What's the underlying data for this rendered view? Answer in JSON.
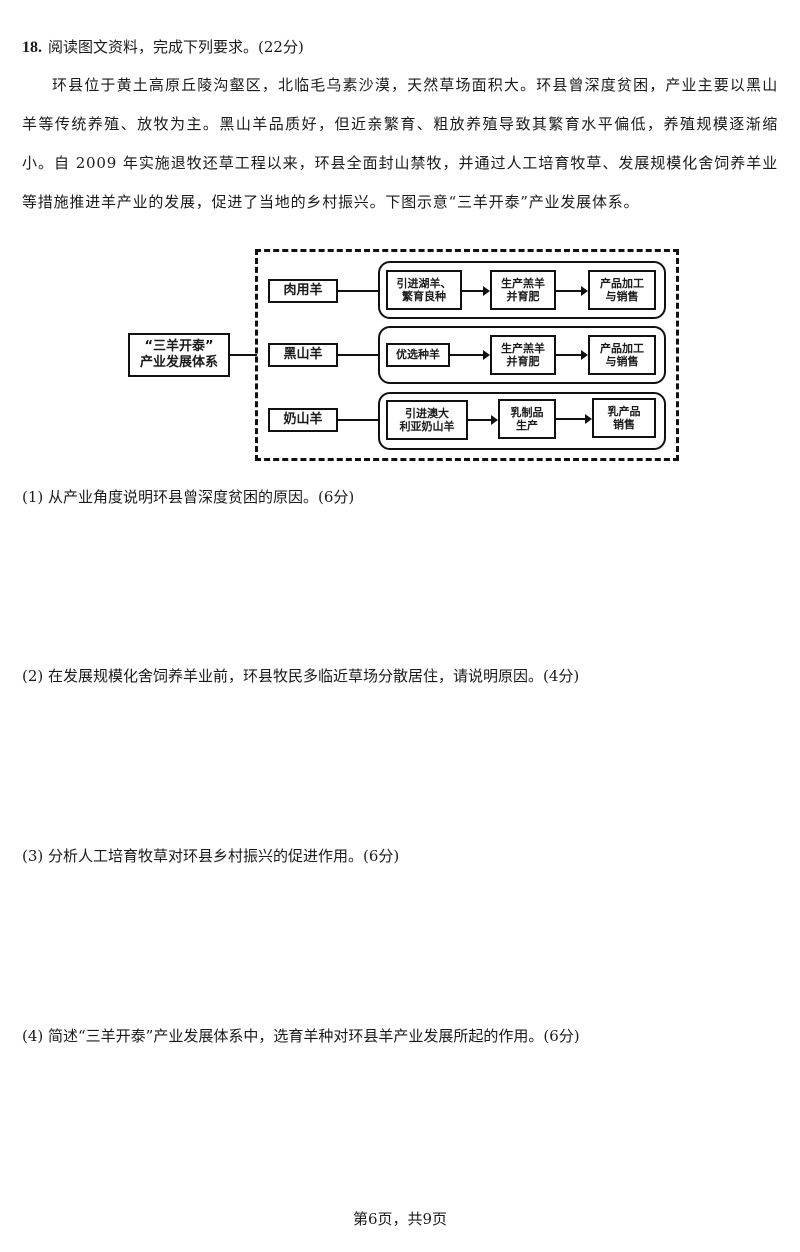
{
  "question": {
    "number": "18.",
    "title": "阅读图文资料，完成下列要求。(22分)",
    "paragraph": "环县位于黄土高原丘陵沟壑区，北临毛乌素沙漠，天然草场面积大。环县曾深度贫困，产业主要以黑山羊等传统养殖、放牧为主。黑山羊品质好，但近亲繁育、粗放养殖导致其繁育水平偏低，养殖规模逐渐缩小。自 2009 年实施退牧还草工程以来，环县全面封山禁牧，并通过人工培育牧草、发展规模化舍饲养羊业等措施推进羊产业的发展，促进了当地的乡村振兴。下图示意“三羊开泰”产业发展体系。"
  },
  "diagram": {
    "root_line1": "“三羊开泰”",
    "root_line2": "产业发展体系",
    "rows": [
      {
        "category": "肉用羊",
        "steps": [
          [
            "引进湖羊、",
            "繁育良种"
          ],
          [
            "生产羔羊",
            "并育肥"
          ],
          [
            "产品加工",
            "与销售"
          ]
        ]
      },
      {
        "category": "黑山羊",
        "steps": [
          [
            "优选种羊"
          ],
          [
            "生产羔羊",
            "并育肥"
          ],
          [
            "产品加工",
            "与销售"
          ]
        ]
      },
      {
        "category": "奶山羊",
        "steps": [
          [
            "引进澳大",
            "利亚奶山羊"
          ],
          [
            "乳制品",
            "生产"
          ],
          [
            "乳产品",
            "销售"
          ]
        ]
      }
    ]
  },
  "sub_questions": [
    "(1) 从产业角度说明环县曾深度贫困的原因。(6分)",
    "(2) 在发展规模化舍饲养羊业前，环县牧民多临近草场分散居住，请说明原因。(4分)",
    "(3) 分析人工培育牧草对环县乡村振兴的促进作用。(6分)",
    "(4) 简述“三羊开泰”产业发展体系中，选育羊种对环县羊产业发展所起的作用。(6分)"
  ],
  "footer": "第6页，共9页"
}
